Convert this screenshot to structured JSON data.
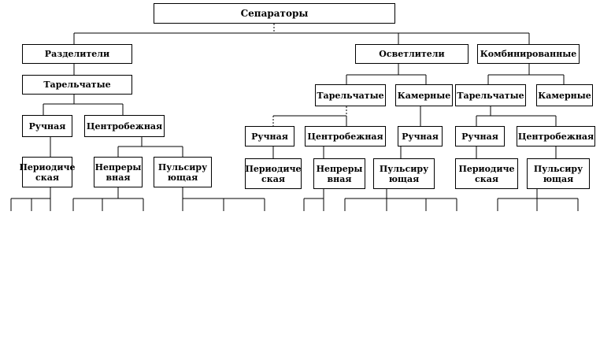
{
  "diagram": {
    "root": "Сепараторы",
    "razdeliteli": "Разделители",
    "osvetliteli": "Осветлители",
    "kombinirovannye": "Комбинированные",
    "r_tarelchatye": "Тарельчатые",
    "r_ruchnaya": "Ручная",
    "r_centrobezhnaya": "Центробежная",
    "r_periodicheskaya": "Периодиче\nская",
    "r_nepreryvnaya": "Непреры\nвная",
    "r_pulsiruyushchaya": "Пульсиру\nющая",
    "o_tarelchatye": "Тарельчатые",
    "o_kamernye": "Камерные",
    "o_ruchnaya": "Ручная",
    "o_centrobezhnaya": "Центробежная",
    "o_kam_ruchnaya": "Ручная",
    "o_periodicheskaya": "Периодиче\nская",
    "o_nepreryvnaya": "Непреры\nвная",
    "o_pulsiruyushchaya": "Пульсиру\nющая",
    "k_tarelchatye": "Тарельчатые",
    "k_kamernye": "Камерные",
    "k_ruchnaya": "Ручная",
    "k_centrobezhnaya": "Центробежная",
    "k_periodicheskaya": "Периодиче\nская",
    "k_pulsiruyushchaya": "Пульсиру\nющая"
  }
}
